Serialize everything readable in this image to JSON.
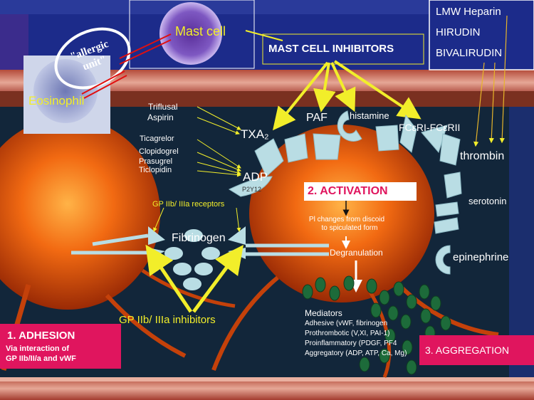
{
  "cells": {
    "mast_cell": "Mast cell",
    "eosinophil": "Eosinophil",
    "allergic_unit_line1": "\"allergic",
    "allergic_unit_line2": "unit\""
  },
  "mast_cell_inhibitors": "MAST CELL INHIBITORS",
  "anticoagulants": [
    "LMW Heparin",
    "HIRUDIN",
    "BIVALIRUDIN"
  ],
  "antiplatelet_drugs": {
    "txa2_blockers": [
      "Triflusal",
      "Aspirin"
    ],
    "p2y12_blockers": [
      "Ticagrelor",
      "Clopidogrel",
      "Prasugrel",
      "Ticlopidin"
    ]
  },
  "receptors": {
    "txa2": "TXA₂",
    "adp": "ADP",
    "p2y12": "P2Y12",
    "paf": "PAF",
    "histamine": "histamine",
    "fc": "FCεRI-FCεRII",
    "thrombin": "thrombin",
    "serotonin": "serotonin",
    "epinephrine": "epinephrine"
  },
  "adhesion": {
    "gp_receptors": "GP IIb/ IIIa receptors",
    "fibrinogen": "Fibrinogen",
    "gp_inhibitors": "GP IIb/ IIIa inhibitors",
    "box_title": "1.  ADHESION",
    "box_line1": "Via interaction of",
    "box_line2": "GP IIb/II/a and vWF"
  },
  "activation": {
    "title": "2. ACTIVATION",
    "pl_changes_line1": "Pl changes from discoid",
    "pl_changes_line2": "to spiculated form",
    "degranulation": "Degranulation"
  },
  "mediators": {
    "title": "Mediators",
    "items": [
      "Adhesive (vWF, fibrinogen",
      "Prothrombotic (V,XI, PAI-1)",
      "Proinflammatory (PDGF, PF4",
      "Aggregatory (ADP, ATP, Ca, Mg)"
    ]
  },
  "aggregation": {
    "title": "3. AGGREGATION"
  },
  "colors": {
    "background": "#0f1e2e",
    "top_band": "#1c2b8a",
    "arrow_yellow": "#f2ee2a",
    "receptor_fill": "#b9dde4",
    "label_box": "#e0155e",
    "platelet_orange": "#f26a12",
    "granule_green": "#1d6b3a"
  }
}
